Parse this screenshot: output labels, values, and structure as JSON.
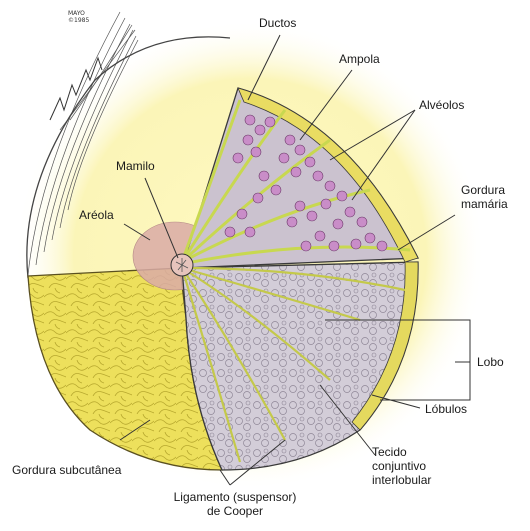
{
  "labels": {
    "ductos": "Ductos",
    "ampola": "Ampola",
    "alveolos": "Alvéolos",
    "gordura_mamaria_1": "Gordura",
    "gordura_mamaria_2": "mamária",
    "mamilo": "Mamilo",
    "areola": "Aréola",
    "lobo": "Lobo",
    "lobulos": "Lóbulos",
    "tecido_1": "Tecido",
    "tecido_2": "conjuntivo",
    "tecido_3": "interlobular",
    "gordura_subcutanea": "Gordura subcutânea",
    "ligamento_1": "Ligamento (suspensor)",
    "ligamento_2": "de Cooper"
  },
  "stamp": {
    "line1": "MAYO",
    "line2": "©1985"
  },
  "colors": {
    "glow": "#fbf6b8",
    "subcutaneous_fat": "#ecdf5a",
    "fat_cells": "#b8a82c",
    "gland_tissue": "#cfc6d2",
    "alveoli": "#c78cc4",
    "ducts": "#c9d94f",
    "areola": "#d8a8a8"
  }
}
